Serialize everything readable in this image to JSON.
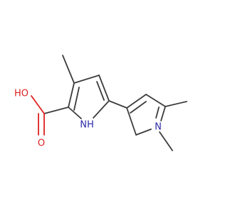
{
  "molecule": {
    "atom_labels": {
      "hydroxyl": "HO",
      "carbonyl_oxygen": "O",
      "pyrrole_nh": "NH",
      "methyl_n": "N"
    },
    "colors": {
      "bond": "#3c3c3c",
      "oxygen": "#e02020",
      "nitrogen": "#2a2aa8",
      "background": "#ffffff"
    }
  }
}
